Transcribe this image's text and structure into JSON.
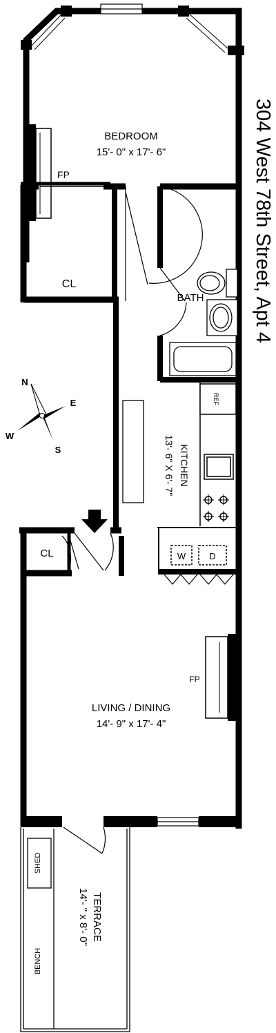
{
  "address": "304 West 78th Street, Apt 4",
  "rooms": {
    "bedroom": {
      "name": "BEDROOM",
      "size": "15'- 0\" x 17'- 6\""
    },
    "bedroom_fireplace": "FP",
    "bedroom_closet": "CL",
    "bath": "BATH",
    "kitchen": {
      "name": "KITCHEN",
      "size": "13'- 6\" X 6'- 7\""
    },
    "refrigerator": "REF",
    "washer": "W",
    "dryer": "D",
    "entry_closet": "CL",
    "living": {
      "name": "LIVING / DINING",
      "size": "14'- 9\" x 17'- 4\""
    },
    "living_fireplace": "FP",
    "terrace": {
      "name": "TERRACE",
      "size": "14'- \" x 8'- 0\""
    },
    "shed": "SHED",
    "bench": "BENCH"
  },
  "compass": {
    "north": "N",
    "east": "E",
    "south": "S",
    "west": "W"
  },
  "colors": {
    "wall": "#000000",
    "north_arrow": "#e02020",
    "background": "#ffffff"
  }
}
